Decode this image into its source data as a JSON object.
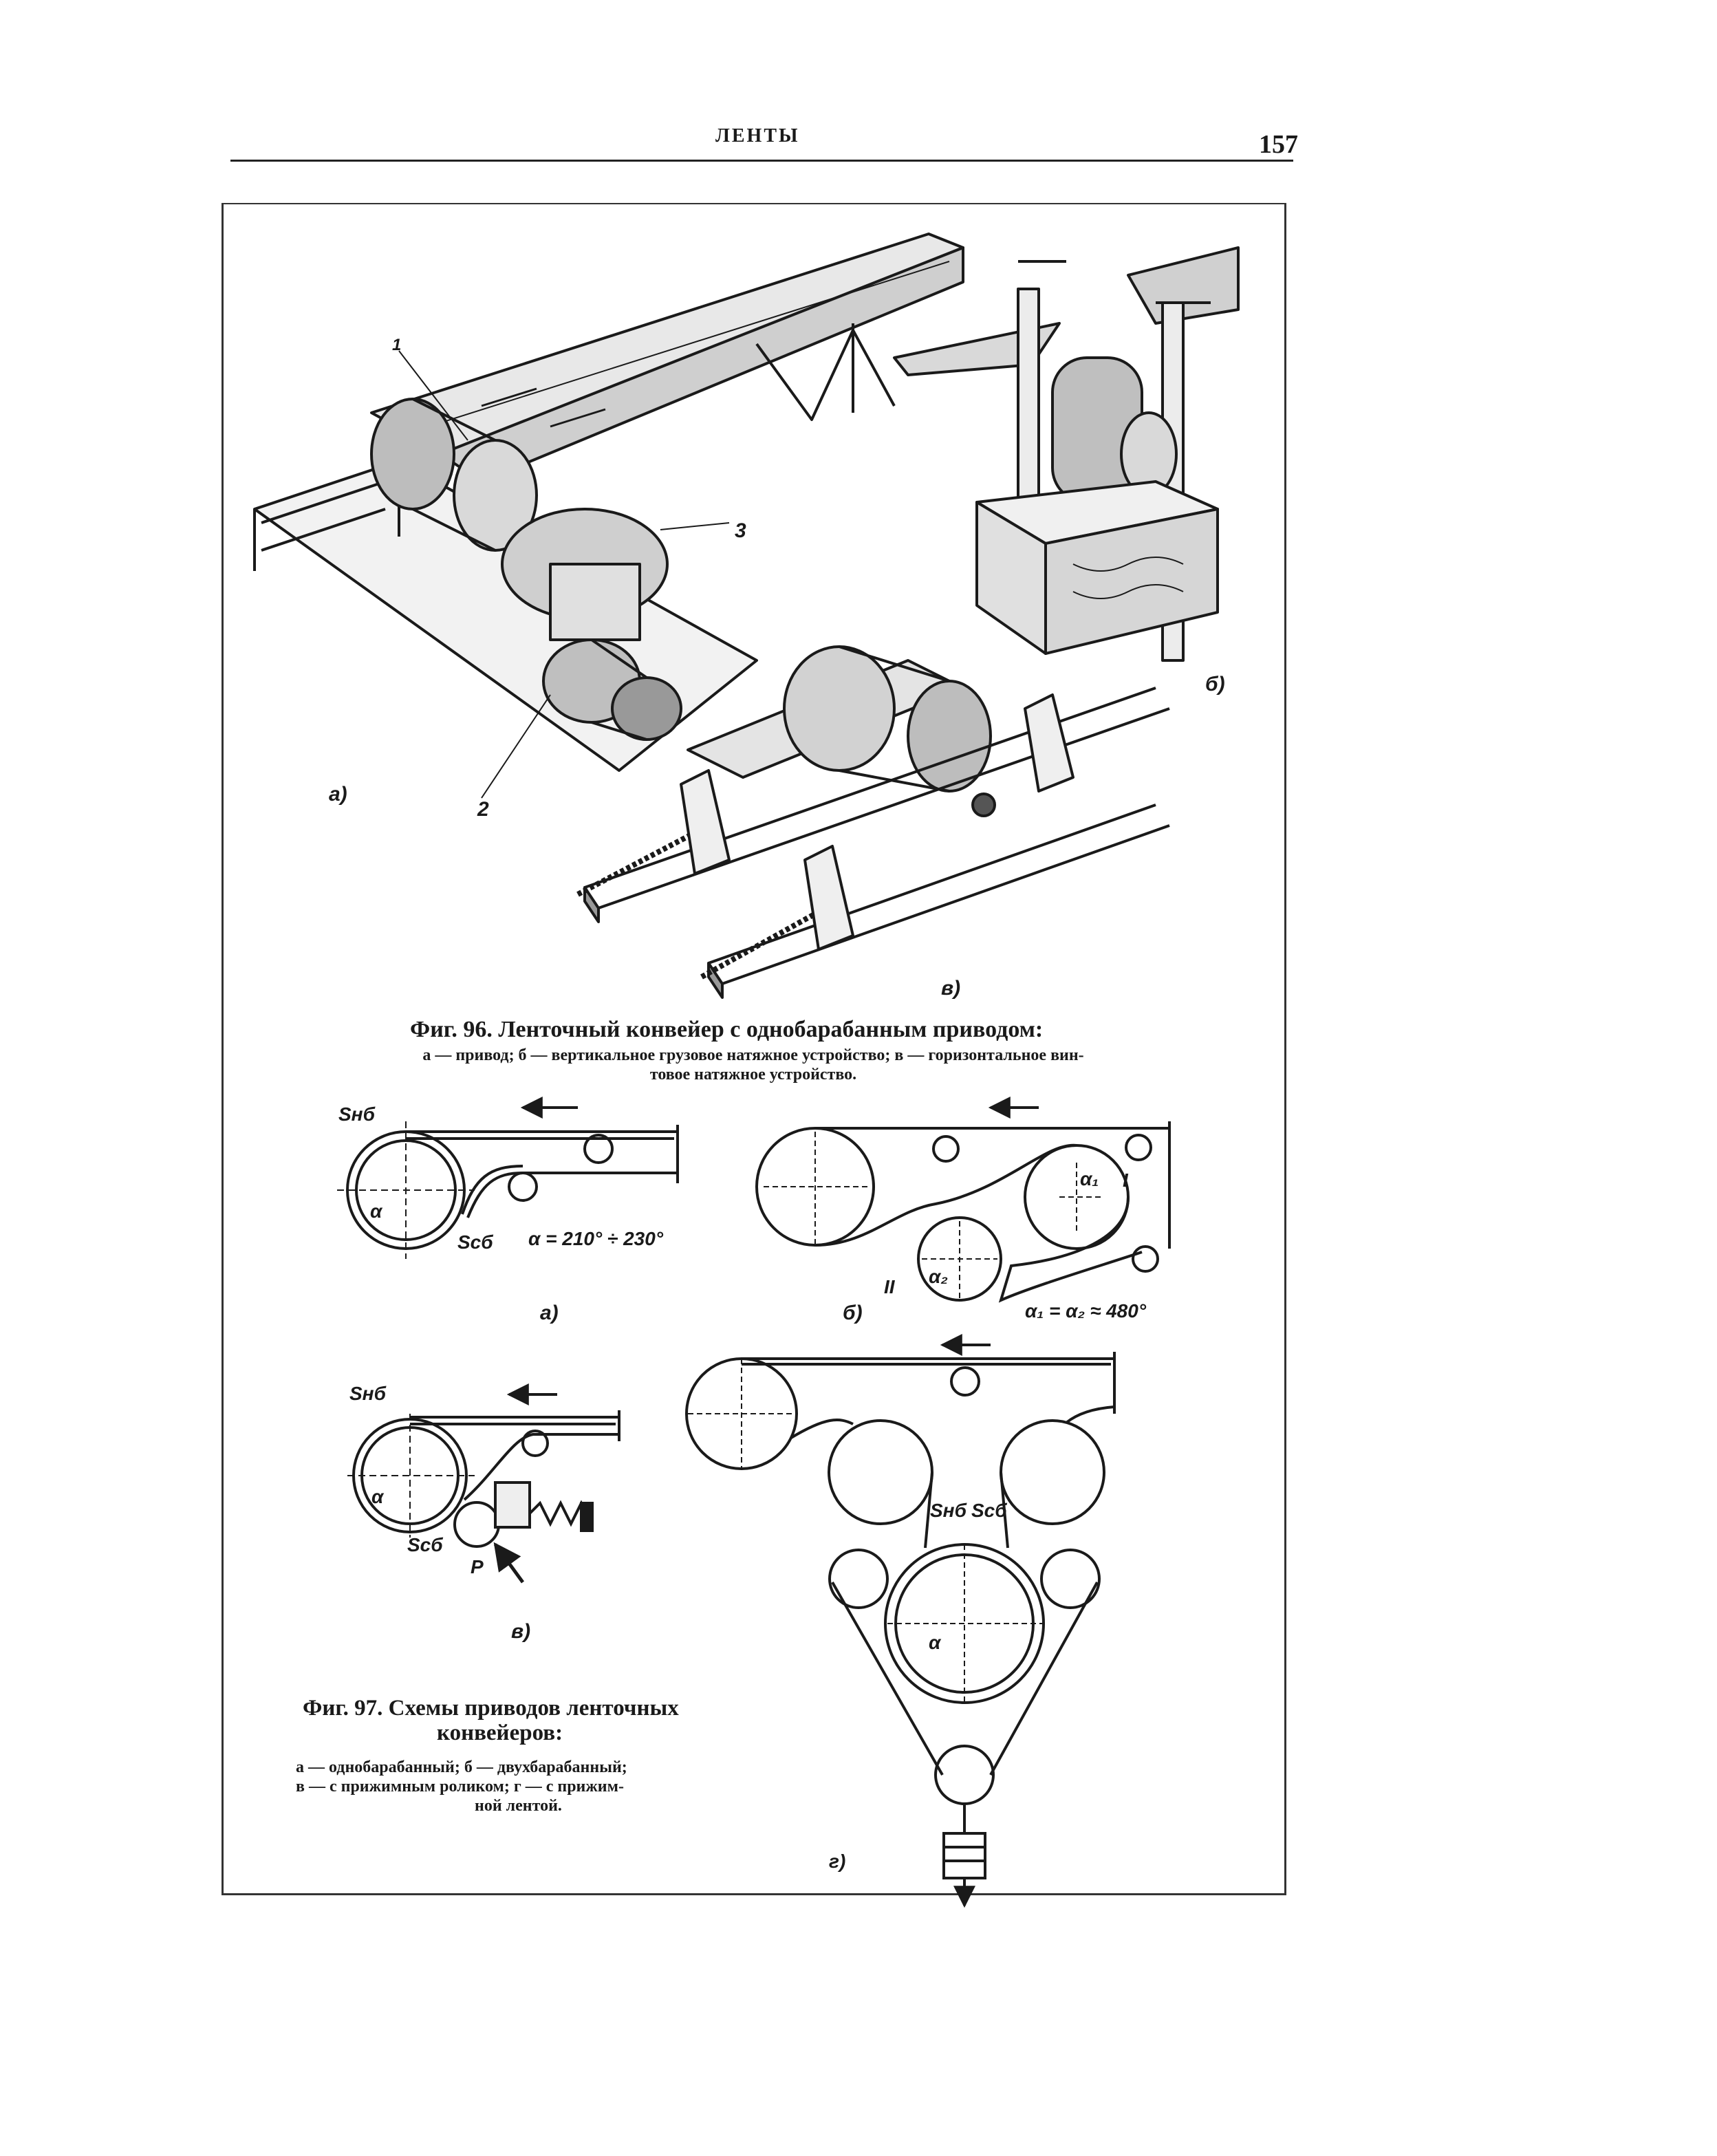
{
  "header": {
    "title": "ЛЕНТЫ",
    "page_number": "157"
  },
  "figure96": {
    "caption": "Фиг. 96. Ленточный конвейер с однобарабанным приводом:",
    "legend_line1": "а — привод; б — вертикальное грузовое натяжное устройство; в — горизонтальное вин-",
    "legend_line2": "товое натяжное устройство.",
    "panel_a": "а)",
    "panel_b": "б)",
    "panel_v": "в)",
    "callout_1": "1",
    "callout_2": "2",
    "callout_3": "3"
  },
  "figure97": {
    "caption_line1": "Фиг. 97. Схемы приводов ленточных",
    "caption_line2": "конвейеров:",
    "legend_line1": "а — однобарабанный; б — двухбарабанный;",
    "legend_line2": "в — с прижимным роликом; г — с прижим-",
    "legend_line3": "ной лентой.",
    "a": {
      "s_nb": "Sнб",
      "s_sb": "Sсб",
      "alpha": "α",
      "angle": "α = 210° ÷ 230°",
      "label": "а)"
    },
    "b": {
      "roman_1": "I",
      "roman_2": "II",
      "alpha_1": "α₁",
      "alpha_2": "α₂",
      "angle": "α₁ = α₂ ≈ 480°",
      "label": "б)"
    },
    "v": {
      "s_nb": "Sнб",
      "s_sb": "Sсб",
      "alpha": "α",
      "p": "P",
      "label": "в)"
    },
    "g": {
      "s_nb": "Sнб",
      "s_sb": "Sсб",
      "alpha": "α",
      "label": "г)"
    }
  }
}
